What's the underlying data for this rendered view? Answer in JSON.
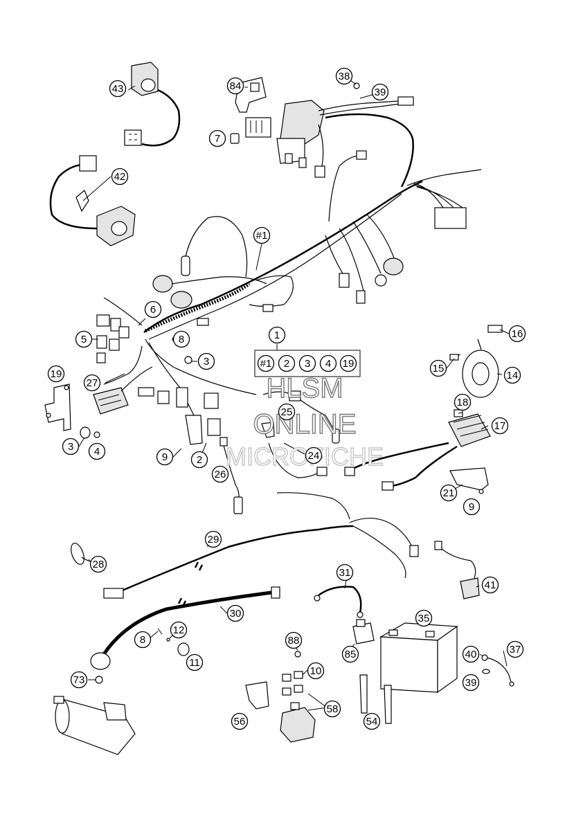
{
  "diagram": {
    "callouts": [
      {
        "id": "c43",
        "label": "43"
      },
      {
        "id": "c84",
        "label": "84"
      },
      {
        "id": "c38",
        "label": "38"
      },
      {
        "id": "c39a",
        "label": "39"
      },
      {
        "id": "c7",
        "label": "7"
      },
      {
        "id": "c42",
        "label": "42"
      },
      {
        "id": "c1hash",
        "label": "#1"
      },
      {
        "id": "c6",
        "label": "6"
      },
      {
        "id": "c5",
        "label": "5"
      },
      {
        "id": "c8a",
        "label": "8"
      },
      {
        "id": "c3a",
        "label": "3"
      },
      {
        "id": "c1",
        "label": "1"
      },
      {
        "id": "c16",
        "label": "16"
      },
      {
        "id": "c15",
        "label": "15"
      },
      {
        "id": "c14",
        "label": "14"
      },
      {
        "id": "c19",
        "label": "19"
      },
      {
        "id": "c27",
        "label": "27"
      },
      {
        "id": "c18",
        "label": "18"
      },
      {
        "id": "c17",
        "label": "17"
      },
      {
        "id": "c25",
        "label": "25"
      },
      {
        "id": "c3b",
        "label": "3"
      },
      {
        "id": "c4",
        "label": "4"
      },
      {
        "id": "c9a",
        "label": "9"
      },
      {
        "id": "c2",
        "label": "2"
      },
      {
        "id": "c24",
        "label": "24"
      },
      {
        "id": "c26",
        "label": "26"
      },
      {
        "id": "c21",
        "label": "21"
      },
      {
        "id": "c9b",
        "label": "9"
      },
      {
        "id": "c29",
        "label": "29"
      },
      {
        "id": "c28",
        "label": "28"
      },
      {
        "id": "c31",
        "label": "31"
      },
      {
        "id": "c41",
        "label": "41"
      },
      {
        "id": "c30",
        "label": "30"
      },
      {
        "id": "c35",
        "label": "35"
      },
      {
        "id": "c8b",
        "label": "8"
      },
      {
        "id": "c12",
        "label": "12"
      },
      {
        "id": "c88",
        "label": "88"
      },
      {
        "id": "c85",
        "label": "85"
      },
      {
        "id": "c40",
        "label": "40"
      },
      {
        "id": "c37",
        "label": "37"
      },
      {
        "id": "c11",
        "label": "11"
      },
      {
        "id": "c10",
        "label": "10"
      },
      {
        "id": "c73",
        "label": "73"
      },
      {
        "id": "c39b",
        "label": "39"
      },
      {
        "id": "c58",
        "label": "58"
      },
      {
        "id": "c56",
        "label": "56"
      },
      {
        "id": "c54",
        "label": "54"
      }
    ],
    "kit_box": [
      "#1",
      "2",
      "3",
      "4",
      "19"
    ],
    "watermark": [
      "HLSM",
      "ONLINE",
      "MICROFICHE"
    ]
  }
}
